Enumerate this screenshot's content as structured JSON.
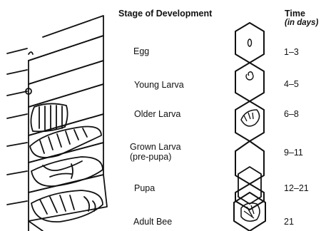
{
  "header": {
    "stage_label": "Stage of Development",
    "time_label": "Time",
    "time_unit": "(in days)"
  },
  "stages": [
    {
      "name": "Egg",
      "time": "1–3"
    },
    {
      "name": "Young Larva",
      "time": "4–5"
    },
    {
      "name": "Older Larva",
      "time": "6–8"
    },
    {
      "name": "Grown Larva",
      "name2": "(pre-pupa)",
      "time": "9–11"
    },
    {
      "name": "Pupa",
      "time": "12–21"
    },
    {
      "name": "Adult Bee",
      "time": "21"
    }
  ]
}
